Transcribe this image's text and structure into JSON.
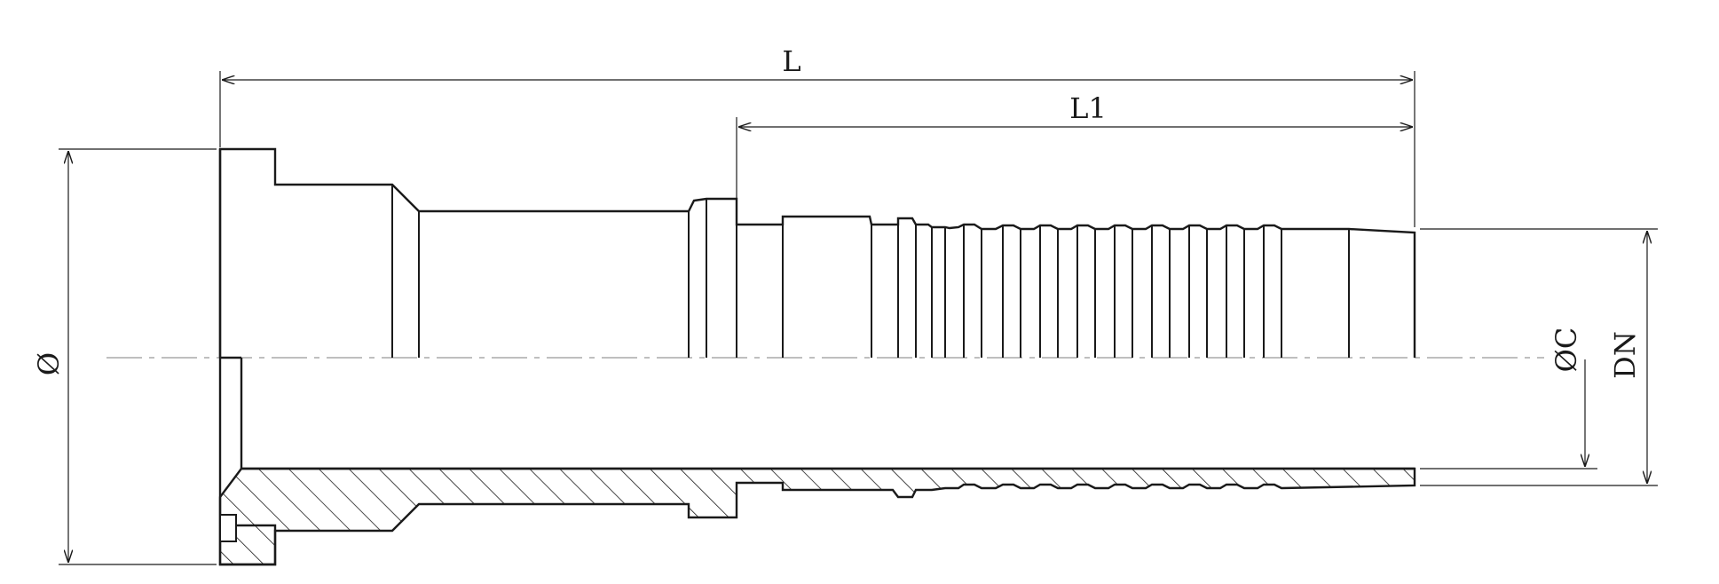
{
  "labels": {
    "length_total": "L",
    "length_shank": "L1",
    "flange_diameter": "Ø",
    "bore_diameter": "ØC",
    "nominal_diameter": "DN"
  },
  "colors": {
    "line": "#1a1a1a",
    "centerline": "#999999",
    "background": "#ffffff"
  }
}
